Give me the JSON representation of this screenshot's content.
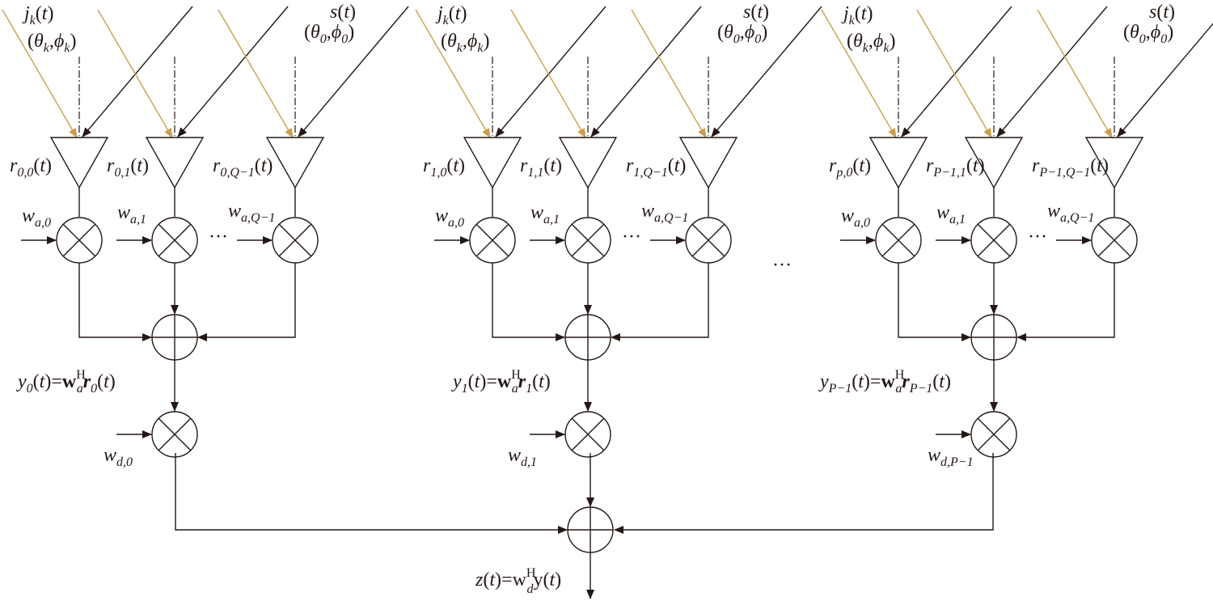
{
  "colors": {
    "ink": "#231815",
    "jammer_ray": "#c8a050",
    "signal_ray": "#231815"
  },
  "icons": {
    "multiplier": "circle-times-icon",
    "adder": "circle-plus-icon",
    "antenna": "triangle-antenna-icon"
  },
  "blocks": [
    {
      "jam": {
        "sym": "j",
        "sub": "k",
        "dir_a": "θ",
        "dir_a_sub": "k",
        "dir_b": "ϕ",
        "dir_b_sub": "k"
      },
      "sig": {
        "sym": "s",
        "dir_a": "θ",
        "dir_a_sub": "0",
        "dir_b": "ϕ",
        "dir_b_sub": "0"
      },
      "r": [
        "0,0",
        "0,1",
        "0,Q−1"
      ],
      "wa": [
        "a,0",
        "a,1",
        "a,Q−1"
      ],
      "ellipsis": "···",
      "y_sub": "0",
      "y_w": "w",
      "y_w_sub": "a",
      "y_w_sup": "H",
      "y_r": "r",
      "y_r_sub": "0",
      "wd": "d,0"
    },
    {
      "jam": {
        "sym": "j",
        "sub": "k",
        "dir_a": "θ",
        "dir_a_sub": "k",
        "dir_b": "ϕ",
        "dir_b_sub": "k"
      },
      "sig": {
        "sym": "s",
        "dir_a": "θ",
        "dir_a_sub": "0",
        "dir_b": "ϕ",
        "dir_b_sub": "0"
      },
      "r": [
        "1,0",
        "1,1",
        "1,Q−1"
      ],
      "wa": [
        "a,0",
        "a,1",
        "a,Q−1"
      ],
      "ellipsis": "···",
      "y_sub": "1",
      "y_w": "w",
      "y_w_sub": "a",
      "y_w_sup": "H",
      "y_r": "r",
      "y_r_sub": "1",
      "wd": "d,1"
    },
    {
      "jam": {
        "sym": "j",
        "sub": "k",
        "dir_a": "θ",
        "dir_a_sub": "k",
        "dir_b": "ϕ",
        "dir_b_sub": "k"
      },
      "sig": {
        "sym": "s",
        "dir_a": "θ",
        "dir_a_sub": "0",
        "dir_b": "ϕ",
        "dir_b_sub": "0"
      },
      "r": [
        "p,0",
        "P−1,1",
        "P−1,Q−1"
      ],
      "wa": [
        "a,0",
        "a,1",
        "a,Q−1"
      ],
      "ellipsis": "···",
      "y_sub": "P−1",
      "y_w": "w",
      "y_w_sub": "a",
      "y_w_sup": "H",
      "y_r": "r",
      "y_r_sub": "P−1",
      "wd": "d,P−1"
    }
  ],
  "between_blocks_ellipsis": "···",
  "output": {
    "lhs": "z",
    "arg": "t",
    "eq": "=",
    "w": "w",
    "w_sub": "d",
    "w_sup": "H",
    "y": "y"
  },
  "common": {
    "t": "t",
    "w": "w",
    "r": "r",
    "y": "y",
    "eq": "="
  }
}
